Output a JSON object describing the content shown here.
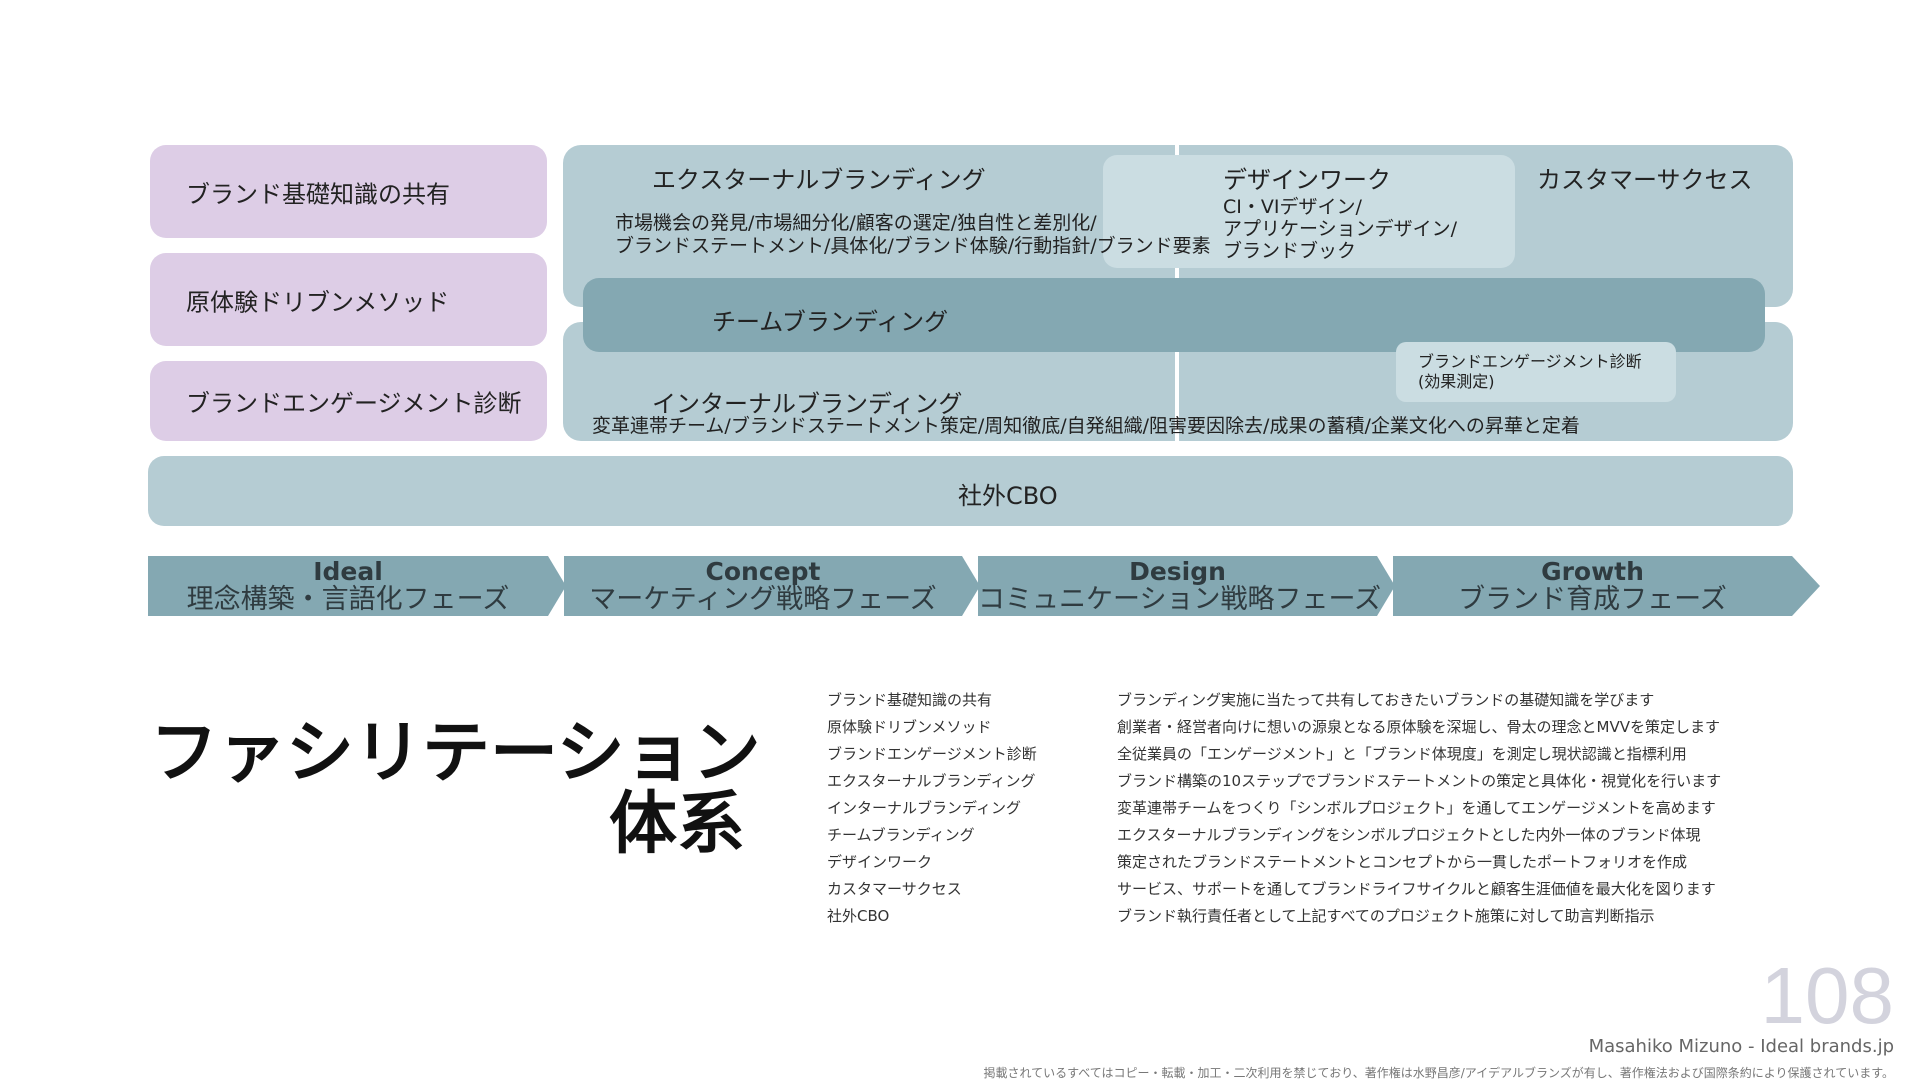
{
  "left_items": [
    "ブランド基礎知識の共有",
    "原体験ドリブンメソッド",
    "ブランドエンゲージメント診断"
  ],
  "external": {
    "title": "エクスターナルブランディング",
    "desc_line1": "市場機会の発見/市場細分化/顧客の選定/独自性と差別化/",
    "desc_line2": "ブランドステートメント/具体化/ブランド体験/行動指針/ブランド要素"
  },
  "design_work": {
    "title": "デザインワーク",
    "line1": "CI・VIデザイン/",
    "line2": "アプリケーションデザイン/",
    "line3": "ブランドブック"
  },
  "customer_success": {
    "title": "カスタマーサクセス"
  },
  "team": {
    "title": "チームブランディング"
  },
  "engagement_measure": {
    "line1": "ブランドエンゲージメント診断",
    "line2": "(効果測定)"
  },
  "internal": {
    "title": "インターナルブランディング",
    "desc": "変革連帯チーム/ブランドステートメント策定/周知徹底/自発組織/阻害要因除去/成果の蓄積/企業文化への昇華と定着"
  },
  "cbo": {
    "label": "社外CBO"
  },
  "phases": [
    {
      "en": "Ideal",
      "jp": "理念構築・言語化フェーズ"
    },
    {
      "en": "Concept",
      "jp": "マーケティング戦略フェーズ"
    },
    {
      "en": "Design",
      "jp": "コミュニケーション戦略フェーズ"
    },
    {
      "en": "Growth",
      "jp": "ブランド育成フェーズ"
    }
  ],
  "big_title": {
    "line1": "ファシリテーション",
    "line2": "体系"
  },
  "glossary": [
    {
      "term": "ブランド基礎知識の共有",
      "desc": "ブランディング実施に当たって共有しておきたいブランドの基礎知識を学びます"
    },
    {
      "term": "原体験ドリブンメソッド",
      "desc": "創業者・経営者向けに想いの源泉となる原体験を深堀し、骨太の理念とMVVを策定します"
    },
    {
      "term": "ブランドエンゲージメント診断",
      "desc": "全従業員の「エンゲージメント」と「ブランド体現度」を測定し現状認識と指標利用"
    },
    {
      "term": "エクスターナルブランディング",
      "desc": "ブランド構築の10ステップでブランドステートメントの策定と具体化・視覚化を行います"
    },
    {
      "term": "インターナルブランディング",
      "desc": "変革連帯チームをつくり「シンボルプロジェクト」を通してエンゲージメントを高めます"
    },
    {
      "term": "チームブランディング",
      "desc": "エクスターナルブランディングをシンボルプロジェクトとした内外一体のブランド体現"
    },
    {
      "term": "デザインワーク",
      "desc": "策定されたブランドステートメントとコンセプトから一貫したポートフォリオを作成"
    },
    {
      "term": "カスタマーサクセス",
      "desc": "サービス、サポートを通してブランドライフサイクルと顧客生涯価値を最大化を図ります"
    },
    {
      "term": "社外CBO",
      "desc": "ブランド執行責任者として上記すべてのプロジェクト施策に対して助言判断指示"
    }
  ],
  "footer": {
    "page_number": "108",
    "author": "Masahiko Mizuno - Ideal brands.jp",
    "copyright": "掲載されているすべてはコピー・転載・加工・二次利用を禁じており、著作権は水野昌彦/アイデアルブランズが有し、著作権法および国際条約により保護されています。"
  },
  "colors": {
    "lavender": "#ddcde6",
    "gray_blue": "#b5ccd3",
    "pale_blue": "#cbdde2",
    "team_blue": "#84a8b2",
    "phase_arrow": "#84a8b2"
  }
}
